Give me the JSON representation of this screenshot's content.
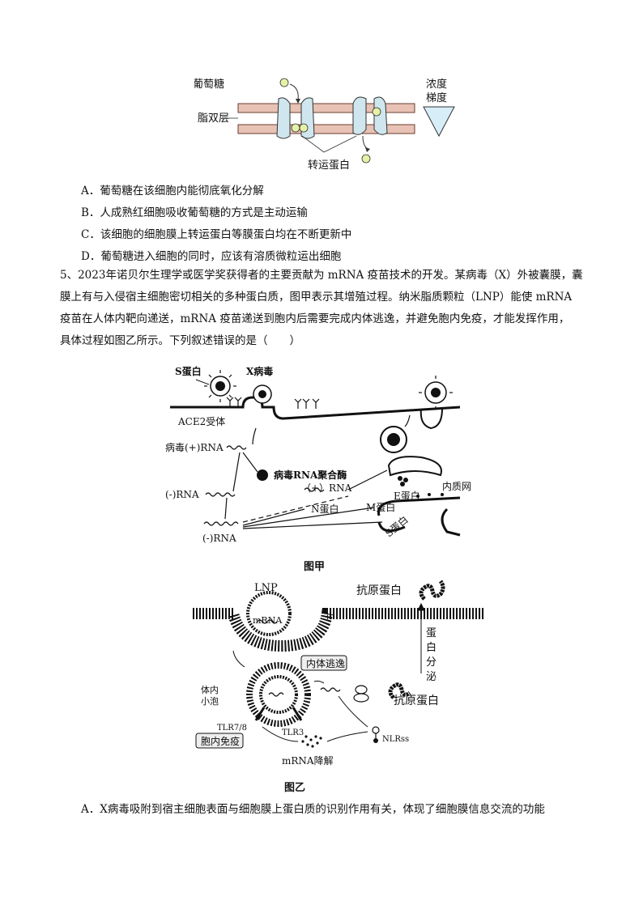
{
  "fig1": {
    "glucose_label": "葡萄糖",
    "bilayer_label": "脂双层",
    "transporter_label": "转运蛋白",
    "gradient_label_1": "浓度",
    "gradient_label_2": "梯度"
  },
  "q4_options": [
    "A．葡萄糖在该细胞内能彻底氧化分解",
    "B．人成熟红细胞吸收葡萄糖的方式是主动运输",
    "C．该细胞的细胞膜上转运蛋白等膜蛋白均在不断更新中",
    "D．葡萄糖进入细胞的同时，应该有溶质微粒运出细胞"
  ],
  "q5": {
    "line1": "5、2023年诺贝尔生理学或医学奖获得者的主要贡献为 mRNA 疫苗技术的开发。某病毒（X）外被囊膜，囊",
    "line2": "膜上有与入侵宿主细胞密切相关的多种蛋白质，图甲表示其增殖过程。纳米脂质颗粒（LNP）能使 mRNA",
    "line3": "疫苗在人体内靶向递送，mRNA 疫苗递送到胞内后需要完成内体逃逸，并避免胞内免疫，才能发挥作用，",
    "line4": "具体过程如图乙所示。下列叙述错误的是（　　）"
  },
  "fig_jia": {
    "s_protein": "S蛋白",
    "x_virus": "X病毒",
    "ace2": "ACE2受体",
    "virus_rna_plus": "病毒(+)RNA",
    "rna_polymerase": "病毒RNA聚合酶",
    "minus_rna_1": "(-)RNA",
    "plus_rna": "（+）RNA",
    "minus_rna_2": "(-)RNA",
    "n_protein": "N蛋白",
    "m_protein": "M蛋白",
    "e_protein": "E蛋白",
    "er": "内质网",
    "s_protein_er": "S蛋白",
    "caption": "图甲"
  },
  "fig_yi": {
    "lnp": "LNP",
    "mrna": "mRNA",
    "antigen_top": "抗原蛋白",
    "secretion_1": "蛋",
    "secretion_2": "白",
    "secretion_3": "分",
    "secretion_4": "泌",
    "endosome_escape": "内体逃逸",
    "endosome_1": "体内",
    "endosome_2": "小泡",
    "antigen_mid": "抗原蛋白",
    "tlr78": "TLR7/8",
    "tlr3": "TLR3",
    "nlrss": "NLRss",
    "intracellular_immunity": "胞内免疫",
    "mrna_degradation": "mRNA降解",
    "caption": "图乙"
  },
  "q5_option_a": "A．X病毒吸附到宿主细胞表面与细胞膜上蛋白质的识别作用有关，体现了细胞膜信息交流的功能"
}
